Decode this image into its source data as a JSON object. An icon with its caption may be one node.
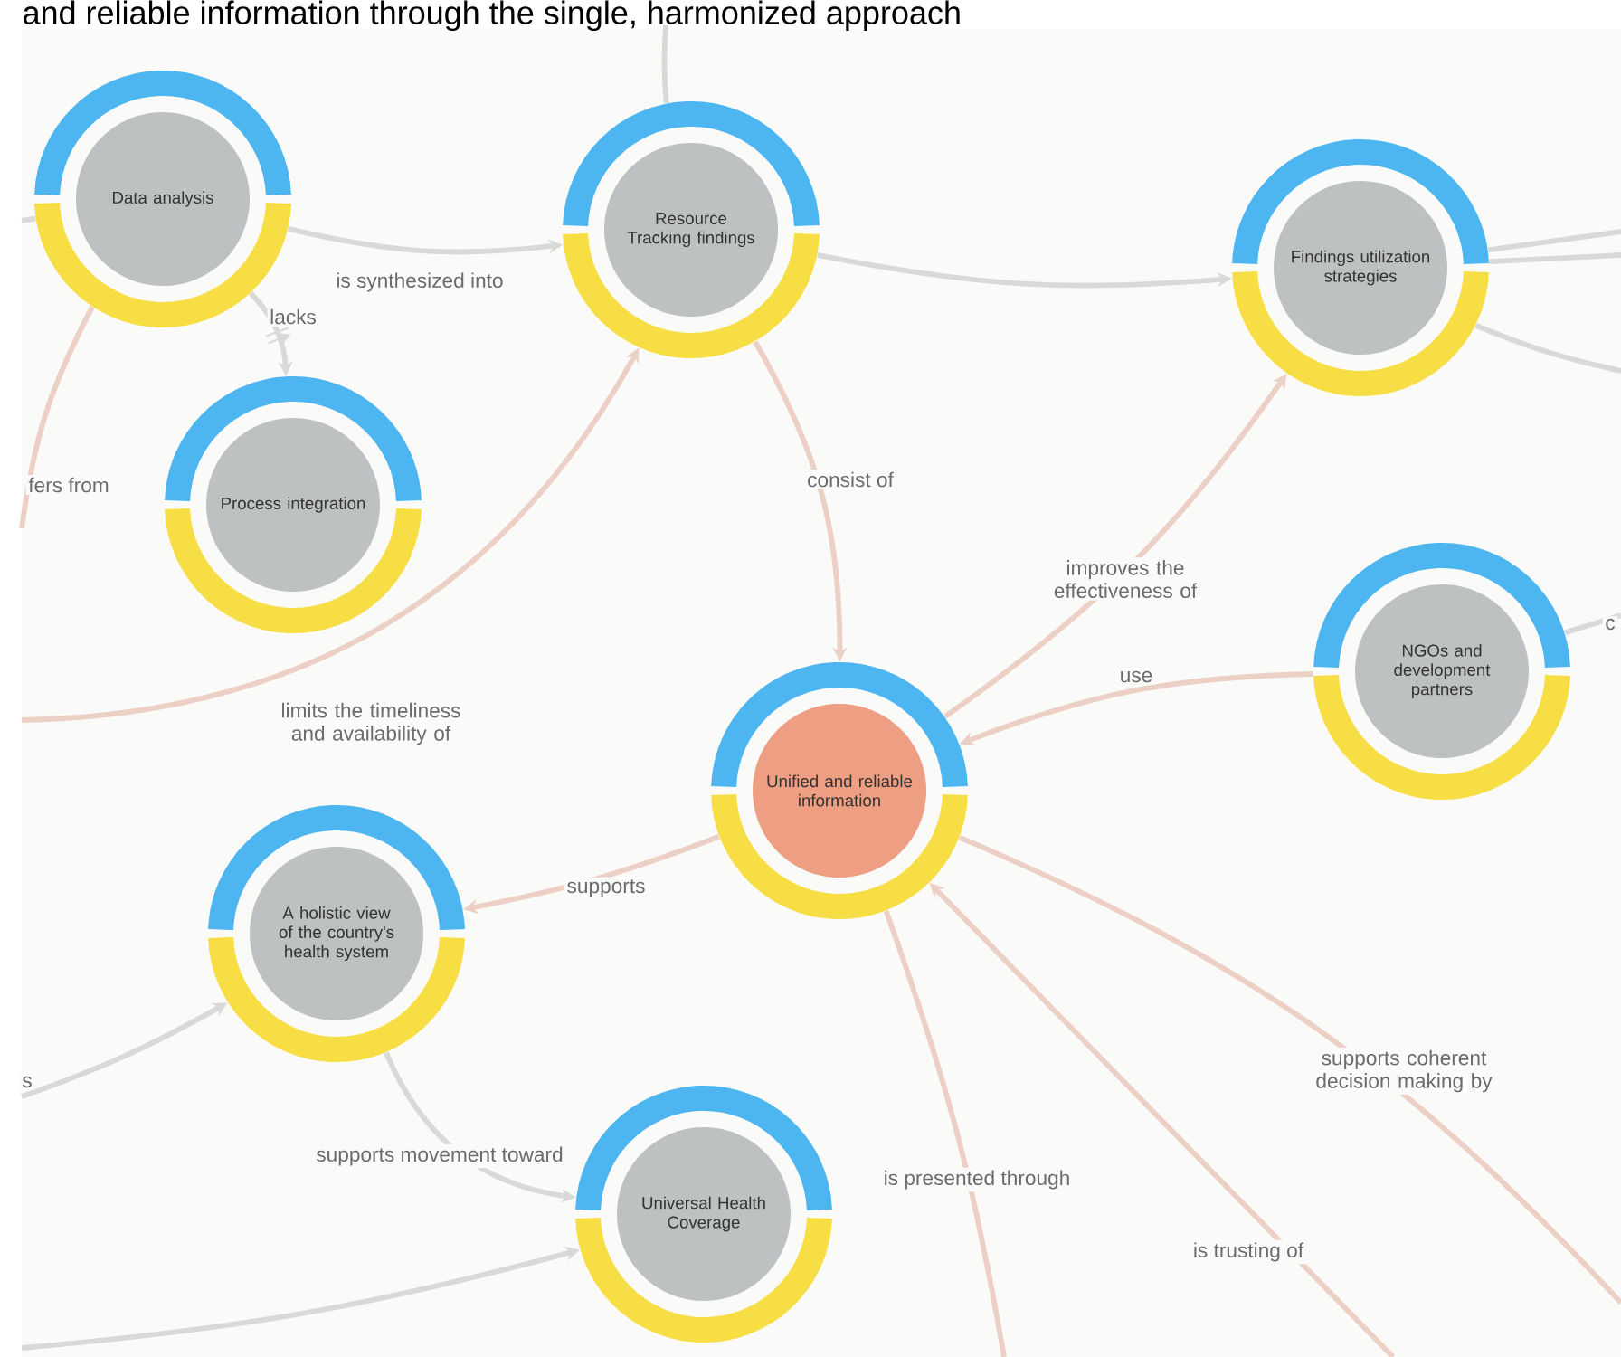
{
  "diagram": {
    "title": "and reliable information through the single, harmonized approach",
    "nodes": [
      {
        "text": [
          "Data analysis"
        ]
      },
      {
        "text": [
          "Resource Tracking findings"
        ]
      },
      {
        "text": [
          "Findings utilization strategies"
        ]
      },
      {
        "text": [
          "Process integration"
        ]
      },
      {
        "text": [
          "NGOs and development partners"
        ]
      },
      {
        "text": [
          "Unified and reliable information"
        ]
      },
      {
        "text": [
          "A holistic view of the country's health system"
        ]
      },
      {
        "text": [
          "Universal Health Coverage"
        ]
      }
    ],
    "edges": [
      {
        "from": 0,
        "to": 1,
        "arrow": "to",
        "label": "is synthesized into"
      },
      {
        "from": 0,
        "to": 3,
        "arrow": "to",
        "label": "lacks"
      },
      {
        "from": 1,
        "to": 2,
        "arrow": "to"
      },
      {
        "from": 1,
        "to": 5,
        "arrow": "to",
        "label": "consist of",
        "color": "#ecd0c5"
      },
      {
        "from": 5,
        "to": 2,
        "arrow": "to",
        "label": "improves the effectiveness of",
        "color": "#ecd0c5"
      },
      {
        "from": 4,
        "to": 5,
        "arrow": "to",
        "label": "use",
        "color": "#ecd0c5"
      },
      {
        "from": 5,
        "to": 6,
        "arrow": "to",
        "label": "supports",
        "color": "#ecd0c5"
      },
      {
        "from": 6,
        "to": 7,
        "arrow": "to",
        "label": "supports movement toward"
      },
      {
        "from": null,
        "to": 1,
        "arrow": "to",
        "label": "limits the timeliness and availability of",
        "color": "#ecd0c5"
      },
      {
        "from": 0,
        "to": null,
        "arrow": "none",
        "label": "fers from",
        "color": "#ecd0c5"
      },
      {
        "from": null,
        "to": 0,
        "arrow": "none"
      },
      {
        "from": null,
        "to": 1,
        "arrow": "none"
      },
      {
        "from": 2,
        "to": null,
        "arrow": "none"
      },
      {
        "from": 2,
        "to": null,
        "arrow": "none"
      },
      {
        "from": 2,
        "to": null,
        "arrow": "none"
      },
      {
        "from": 4,
        "to": null,
        "arrow": "none",
        "label": "c"
      },
      {
        "from": null,
        "to": 6,
        "arrow": "to",
        "label": "s"
      },
      {
        "from": null,
        "to": 7,
        "arrow": "to"
      },
      {
        "from": 5,
        "to": null,
        "arrow": "none",
        "label": "is presented through",
        "color": "#ecd0c5"
      },
      {
        "from": null,
        "to": 5,
        "arrow": "to",
        "label": "is trusting of",
        "color": "#ecd0c5"
      },
      {
        "from": 5,
        "to": null,
        "arrow": "none",
        "label": "supports coherent decision making by",
        "color": "#ecd0c5"
      }
    ]
  }
}
